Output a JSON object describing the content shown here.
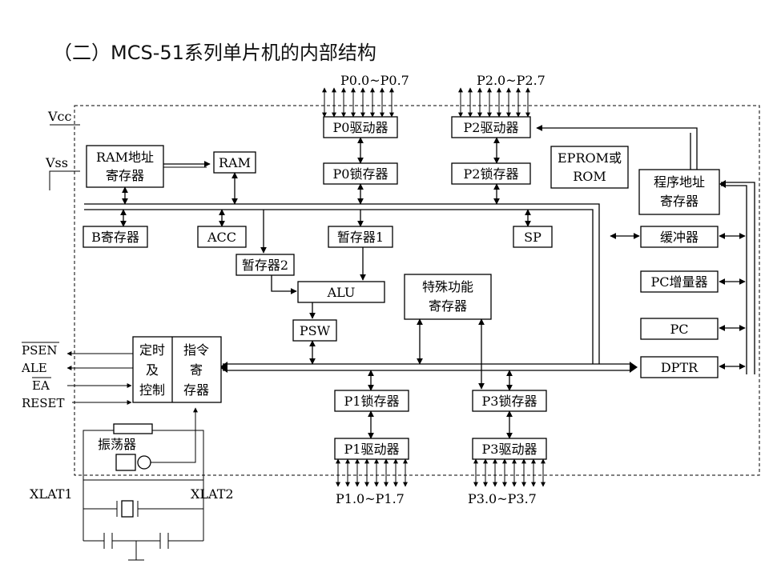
{
  "title": "（二）MCS-51系列单片机的内部结构",
  "power": {
    "vcc": "Vcc",
    "vss": "Vss"
  },
  "blocks": {
    "ram_addr": [
      "RAM地址",
      "寄存器"
    ],
    "ram": "RAM",
    "p0_driver": "P0驱动器",
    "p0_latch": "P0锁存器",
    "p2_driver": "P2驱动器",
    "p2_latch": "P2锁存器",
    "eprom": [
      "EPROM或",
      "ROM"
    ],
    "prog_addr": [
      "程序地址",
      "寄存器"
    ],
    "b_reg": "B寄存器",
    "acc": "ACC",
    "tmp1": "暂存器1",
    "sp": "SP",
    "buffer": "缓冲器",
    "tmp2": "暂存器2",
    "alu": "ALU",
    "sfr": [
      "特殊功能",
      "寄存器"
    ],
    "pc_inc": "PC增量器",
    "psw": "PSW",
    "pc": "PC",
    "timing": [
      "定时",
      "及",
      "控制"
    ],
    "ir": [
      "指令",
      "寄",
      "存器"
    ],
    "dptr": "DPTR",
    "p1_latch": "P1锁存器",
    "p3_latch": "P3锁存器",
    "oscillator": "振荡器",
    "p1_driver": "P1驱动器",
    "p3_driver": "P3驱动器"
  },
  "ports": {
    "p0": "P0.0~P0.7",
    "p2": "P2.0~P2.7",
    "p1": "P1.0~P1.7",
    "p3": "P3.0~P3.7"
  },
  "signals": {
    "psen": "PSEN",
    "ale": "ALE",
    "ea": "EA",
    "reset": "RESET"
  },
  "crystal": {
    "xlat1": "XLAT1",
    "xlat2": "XLAT2"
  }
}
